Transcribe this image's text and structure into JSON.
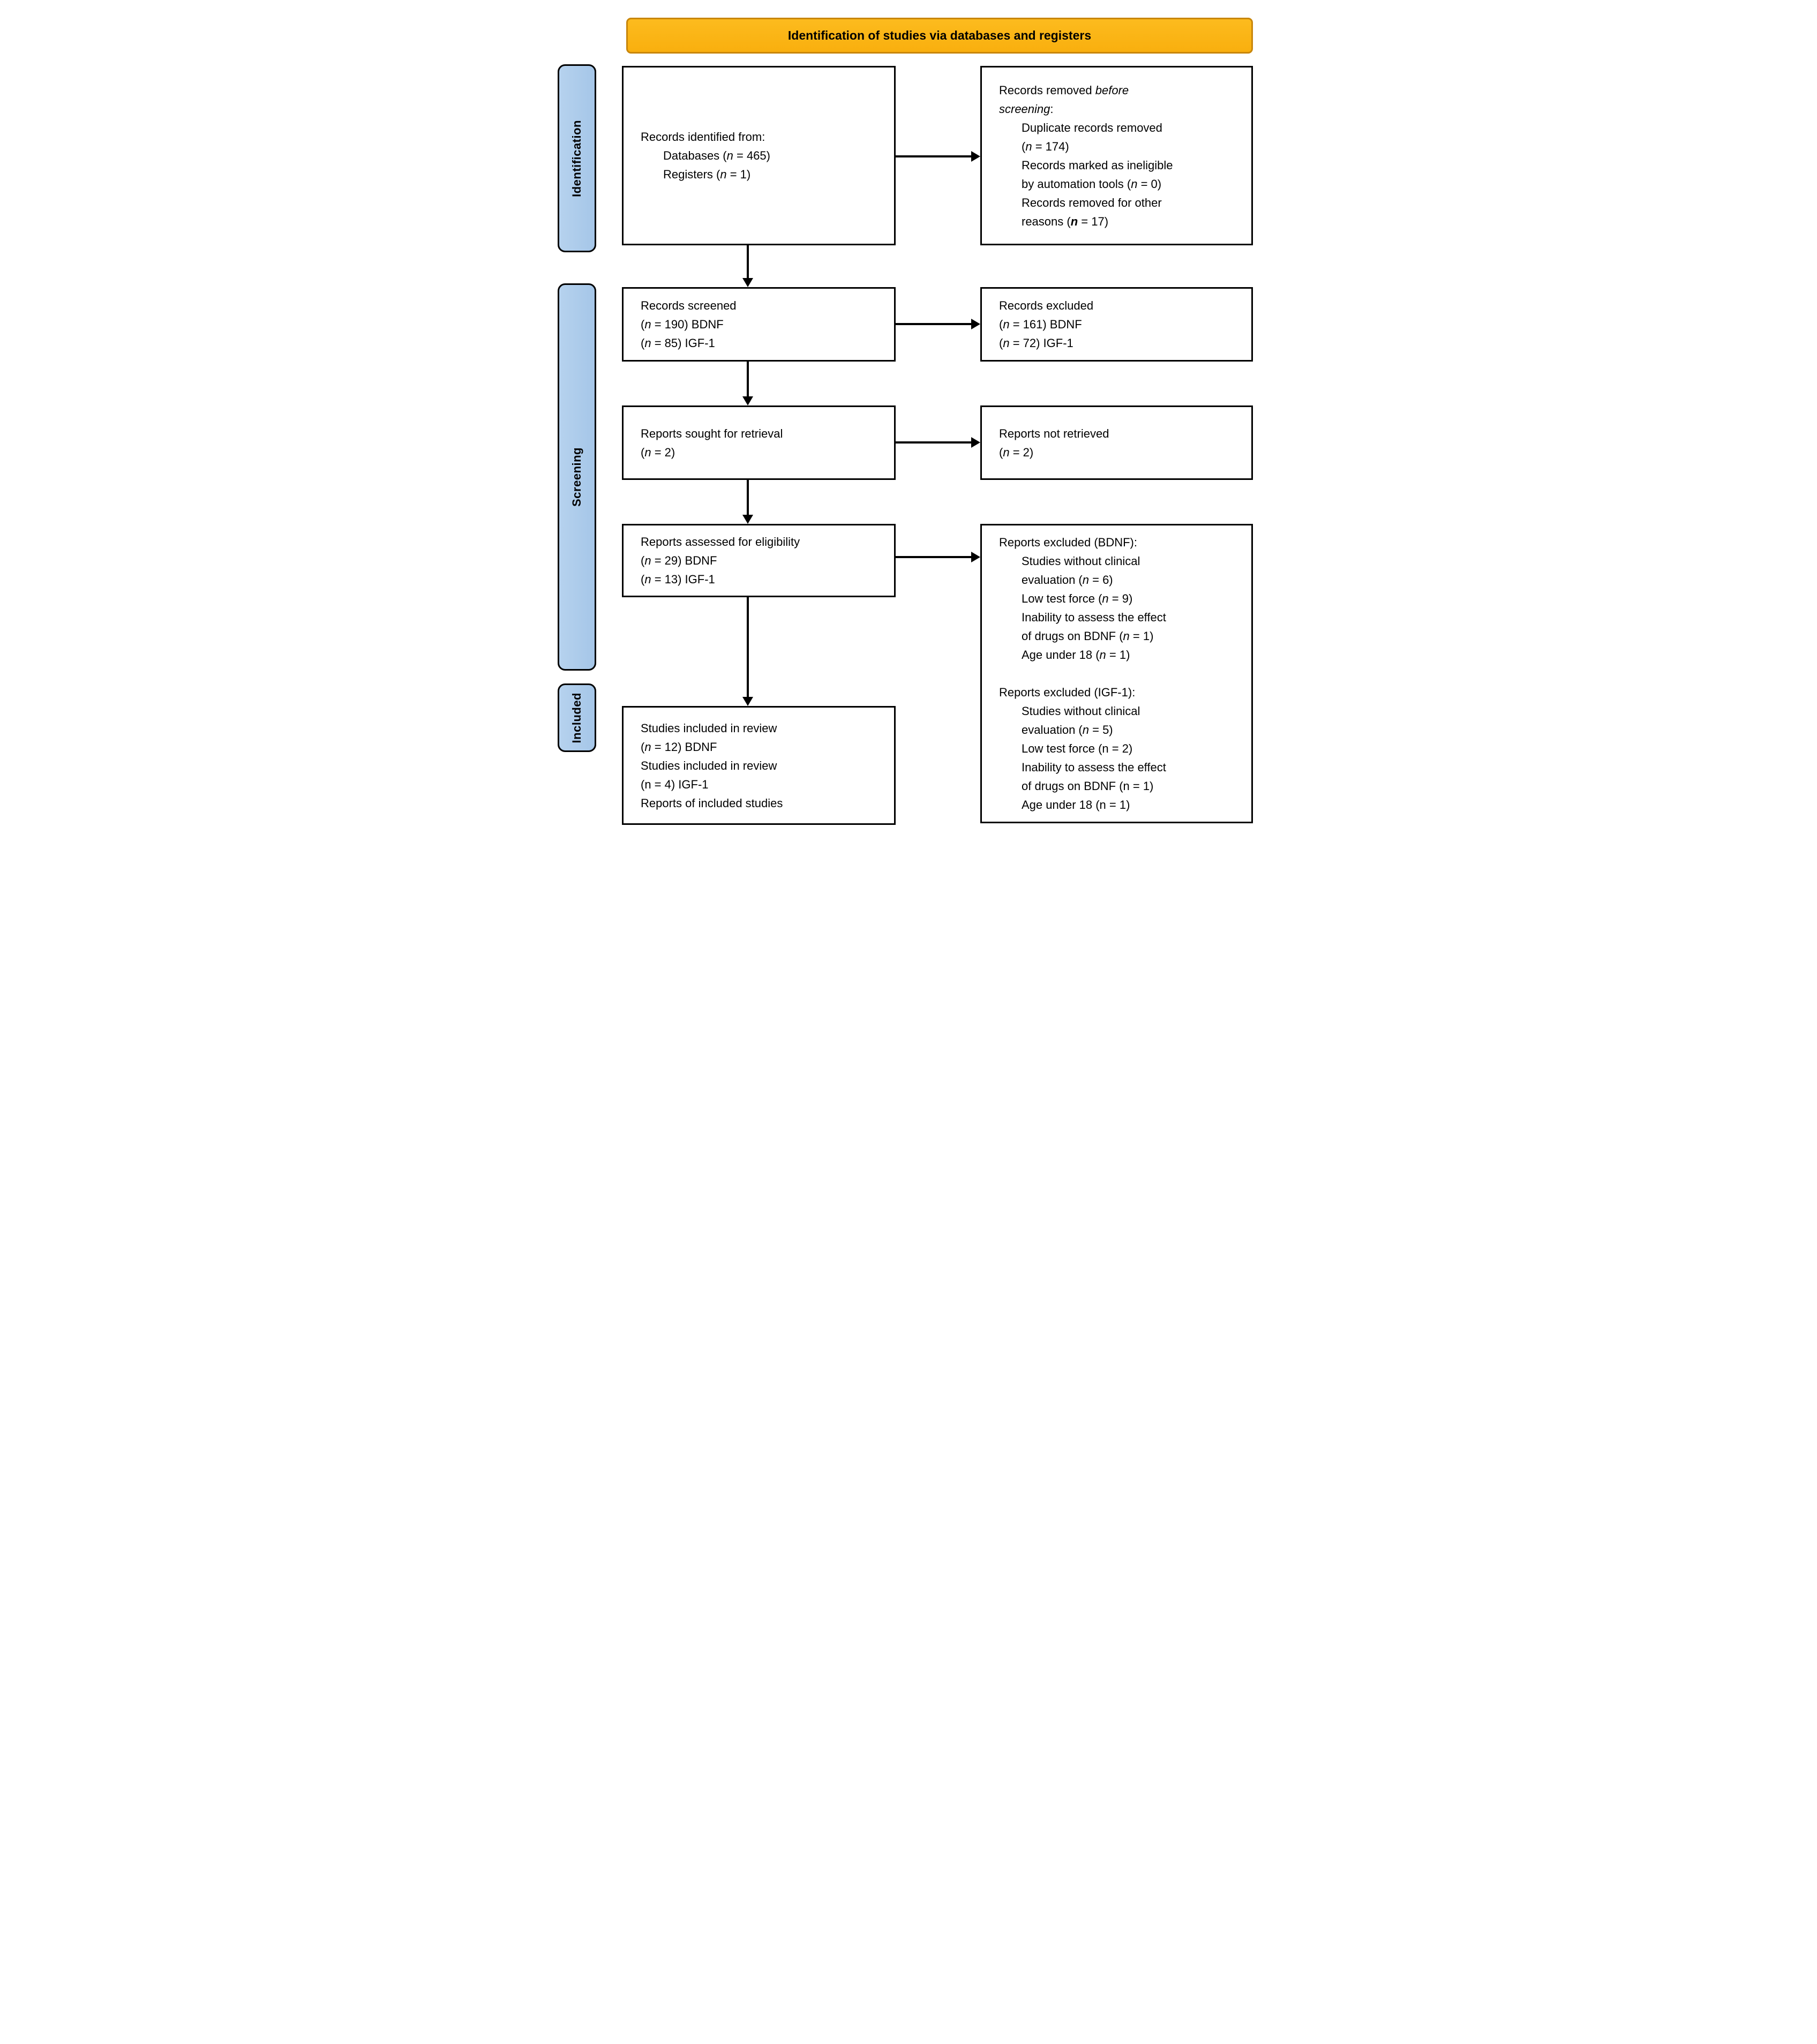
{
  "banner": {
    "label": "Identification of studies via databases and registers"
  },
  "sidebar": {
    "items": [
      {
        "label": "Identification"
      },
      {
        "label": "Screening"
      },
      {
        "label": "Included"
      }
    ]
  },
  "colors": {
    "banner_fill": "#FBB414",
    "banner_border": "#C8860B",
    "stage_fill": "#A9C8E8",
    "box_border": "#000000",
    "text": "#000000"
  },
  "boxes": {
    "records_identified": {
      "lines": [
        {
          "ind": 0,
          "parts": [
            {
              "t": "Records identified from:",
              "s": "n"
            }
          ]
        },
        {
          "ind": 1,
          "parts": [
            {
              "t": "Databases (",
              "s": "n"
            },
            {
              "t": "n",
              "s": "i"
            },
            {
              "t": " = 465)",
              "s": "n"
            }
          ]
        },
        {
          "ind": 1,
          "parts": [
            {
              "t": "Registers (",
              "s": "n"
            },
            {
              "t": "n",
              "s": "i"
            },
            {
              "t": " = 1)",
              "s": "n"
            }
          ]
        }
      ]
    },
    "records_removed": {
      "lines": [
        {
          "ind": 0,
          "parts": [
            {
              "t": "Records removed ",
              "s": "n"
            },
            {
              "t": "before",
              "s": "i"
            }
          ]
        },
        {
          "ind": 0,
          "parts": [
            {
              "t": "screening",
              "s": "i"
            },
            {
              "t": ":",
              "s": "n"
            }
          ]
        },
        {
          "ind": 1,
          "parts": [
            {
              "t": "Duplicate records removed",
              "s": "n"
            }
          ]
        },
        {
          "ind": 1,
          "parts": [
            {
              "t": "(",
              "s": "n"
            },
            {
              "t": "n",
              "s": "i"
            },
            {
              "t": " = 174)",
              "s": "n"
            }
          ]
        },
        {
          "ind": 1,
          "parts": [
            {
              "t": "Records marked as ineligible",
              "s": "n"
            }
          ]
        },
        {
          "ind": 1,
          "parts": [
            {
              "t": "by automation tools (",
              "s": "n"
            },
            {
              "t": "n",
              "s": "i"
            },
            {
              "t": " = 0)",
              "s": "n"
            }
          ]
        },
        {
          "ind": 1,
          "parts": [
            {
              "t": "Records removed for other",
              "s": "n"
            }
          ]
        },
        {
          "ind": 1,
          "parts": [
            {
              "t": "reasons (",
              "s": "n"
            },
            {
              "t": "n",
              "s": "bi"
            },
            {
              "t": " = 17)",
              "s": "n"
            }
          ]
        }
      ]
    },
    "records_screened": {
      "lines": [
        {
          "ind": 0,
          "parts": [
            {
              "t": "Records screened",
              "s": "n"
            }
          ]
        },
        {
          "ind": 0,
          "parts": [
            {
              "t": "(",
              "s": "n"
            },
            {
              "t": "n",
              "s": "i"
            },
            {
              "t": " = 190) BDNF",
              "s": "n"
            }
          ]
        },
        {
          "ind": 0,
          "parts": [
            {
              "t": "(",
              "s": "n"
            },
            {
              "t": "n",
              "s": "i"
            },
            {
              "t": " = 85) IGF-1",
              "s": "n"
            }
          ]
        }
      ]
    },
    "records_excluded": {
      "lines": [
        {
          "ind": 0,
          "parts": [
            {
              "t": "Records excluded",
              "s": "n"
            }
          ]
        },
        {
          "ind": 0,
          "parts": [
            {
              "t": "(",
              "s": "n"
            },
            {
              "t": "n",
              "s": "i"
            },
            {
              "t": " = 161) BDNF",
              "s": "n"
            }
          ]
        },
        {
          "ind": 0,
          "parts": [
            {
              "t": "(",
              "s": "n"
            },
            {
              "t": "n",
              "s": "i"
            },
            {
              "t": " = 72) IGF-1",
              "s": "n"
            }
          ]
        }
      ]
    },
    "reports_sought": {
      "lines": [
        {
          "ind": 0,
          "parts": [
            {
              "t": "Reports sought for retrieval",
              "s": "n"
            }
          ]
        },
        {
          "ind": 0,
          "parts": [
            {
              "t": "(",
              "s": "n"
            },
            {
              "t": "n",
              "s": "i"
            },
            {
              "t": " = 2)",
              "s": "n"
            }
          ]
        }
      ]
    },
    "reports_not_retrieved": {
      "lines": [
        {
          "ind": 0,
          "parts": [
            {
              "t": "Reports not retrieved",
              "s": "n"
            }
          ]
        },
        {
          "ind": 0,
          "parts": [
            {
              "t": "(",
              "s": "n"
            },
            {
              "t": "n",
              "s": "i"
            },
            {
              "t": " = 2)",
              "s": "n"
            }
          ]
        }
      ]
    },
    "reports_assessed": {
      "lines": [
        {
          "ind": 0,
          "parts": [
            {
              "t": "Reports assessed for eligibility",
              "s": "n"
            }
          ]
        },
        {
          "ind": 0,
          "parts": [
            {
              "t": "(",
              "s": "n"
            },
            {
              "t": "n",
              "s": "i"
            },
            {
              "t": " = 29) BDNF",
              "s": "n"
            }
          ]
        },
        {
          "ind": 0,
          "parts": [
            {
              "t": "(",
              "s": "n"
            },
            {
              "t": "n",
              "s": "i"
            },
            {
              "t": " = 13) IGF-1",
              "s": "n"
            }
          ]
        }
      ]
    },
    "reports_excluded_detail": {
      "lines": [
        {
          "ind": 0,
          "parts": [
            {
              "t": "Reports excluded (BDNF):",
              "s": "n"
            }
          ]
        },
        {
          "ind": 1,
          "parts": [
            {
              "t": "Studies without clinical",
              "s": "n"
            }
          ]
        },
        {
          "ind": 1,
          "parts": [
            {
              "t": "evaluation (",
              "s": "n"
            },
            {
              "t": "n",
              "s": "i"
            },
            {
              "t": " = 6)",
              "s": "n"
            }
          ]
        },
        {
          "ind": 1,
          "parts": [
            {
              "t": "Low test force (",
              "s": "n"
            },
            {
              "t": "n",
              "s": "i"
            },
            {
              "t": " = 9)",
              "s": "n"
            }
          ]
        },
        {
          "ind": 1,
          "parts": [
            {
              "t": "Inability to assess the effect",
              "s": "n"
            }
          ]
        },
        {
          "ind": 1,
          "parts": [
            {
              "t": "of drugs on BDNF (",
              "s": "n"
            },
            {
              "t": "n",
              "s": "i"
            },
            {
              "t": " = 1)",
              "s": "n"
            }
          ]
        },
        {
          "ind": 1,
          "parts": [
            {
              "t": "Age under 18 (",
              "s": "n"
            },
            {
              "t": "n",
              "s": "i"
            },
            {
              "t": " = 1)",
              "s": "n"
            }
          ]
        },
        {
          "ind": 0,
          "parts": []
        },
        {
          "ind": 0,
          "parts": [
            {
              "t": "Reports excluded (IGF-1):",
              "s": "n"
            }
          ]
        },
        {
          "ind": 1,
          "parts": [
            {
              "t": "Studies without clinical",
              "s": "n"
            }
          ]
        },
        {
          "ind": 1,
          "parts": [
            {
              "t": "evaluation (",
              "s": "n"
            },
            {
              "t": "n",
              "s": "i"
            },
            {
              "t": " = 5)",
              "s": "n"
            }
          ]
        },
        {
          "ind": 1,
          "parts": [
            {
              "t": "Low test force (n = 2)",
              "s": "n"
            }
          ]
        },
        {
          "ind": 1,
          "parts": [
            {
              "t": "Inability to assess the effect",
              "s": "n"
            }
          ]
        },
        {
          "ind": 1,
          "parts": [
            {
              "t": "of drugs on BDNF (n = 1)",
              "s": "n"
            }
          ]
        },
        {
          "ind": 1,
          "parts": [
            {
              "t": "Age under 18 (n = 1)",
              "s": "n"
            }
          ]
        }
      ]
    },
    "studies_included": {
      "lines": [
        {
          "ind": 0,
          "parts": [
            {
              "t": "Studies included in review",
              "s": "n"
            }
          ]
        },
        {
          "ind": 0,
          "parts": [
            {
              "t": "(",
              "s": "n"
            },
            {
              "t": "n",
              "s": "i"
            },
            {
              "t": " = 12) BDNF",
              "s": "n"
            }
          ]
        },
        {
          "ind": 0,
          "parts": [
            {
              "t": "Studies included in review",
              "s": "n"
            }
          ]
        },
        {
          "ind": 0,
          "parts": [
            {
              "t": "(n = 4) IGF-1",
              "s": "n"
            }
          ]
        },
        {
          "ind": 0,
          "parts": [
            {
              "t": "Reports of included studies",
              "s": "n"
            }
          ]
        }
      ]
    }
  }
}
